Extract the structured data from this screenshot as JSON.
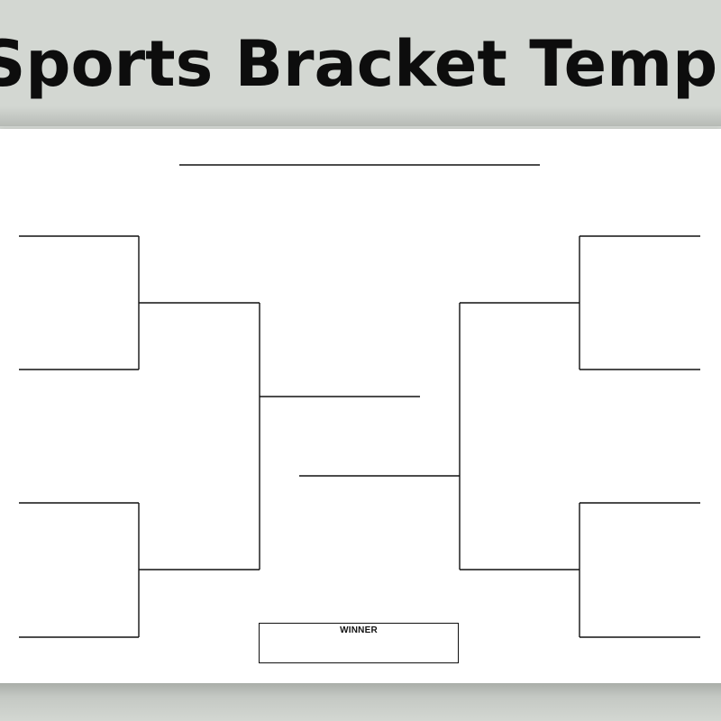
{
  "banner": {
    "title": "Sports Bracket Template"
  },
  "bracket": {
    "winner_label": "WINNER",
    "structure": {
      "left_first_round_slots": 4,
      "left_second_round_slots": 2,
      "right_first_round_slots": 4,
      "right_second_round_slots": 2,
      "finalist_slots": 2,
      "title_line": 1
    }
  },
  "colors": {
    "background": "#d3d7d2",
    "sheet": "#ffffff",
    "line": "#111111",
    "title_text": "#0d0d0d"
  }
}
